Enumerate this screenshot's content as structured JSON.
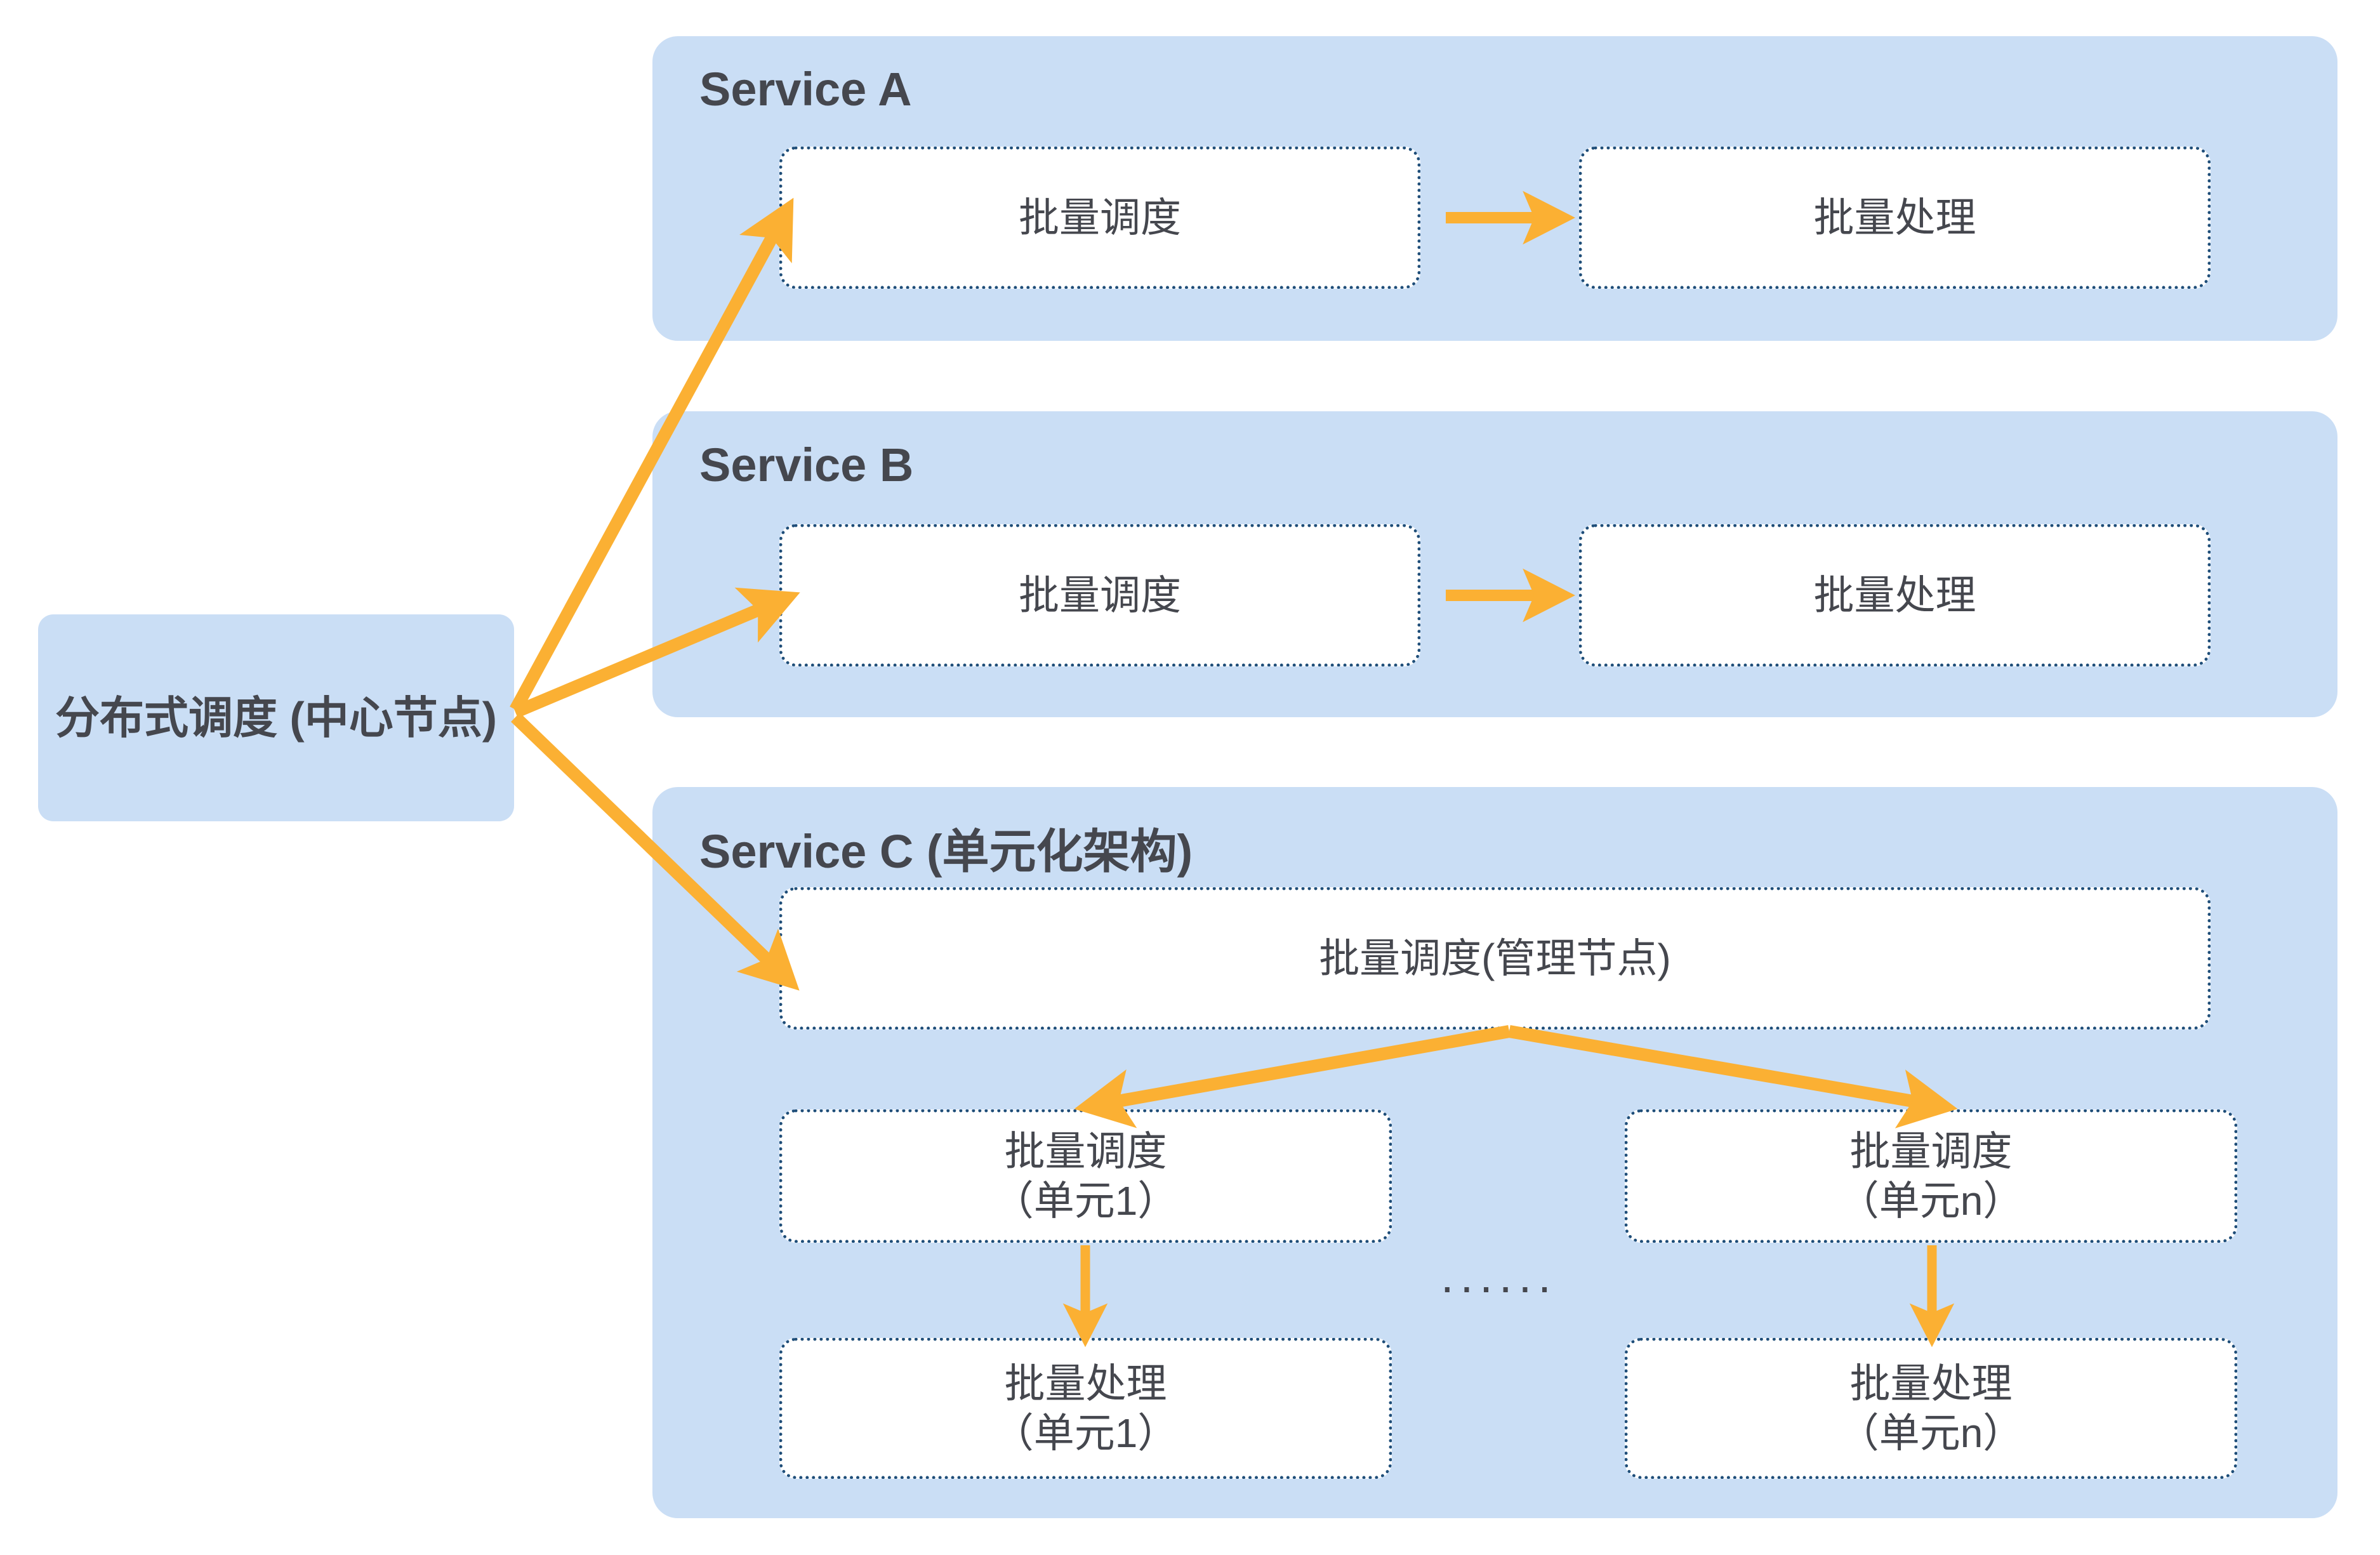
{
  "diagram": {
    "title_text_color": "#45474e",
    "panel_color": "#cadef5",
    "arrow_color": "#fbb033",
    "node_border_color": "#1f4e79",
    "center_node": {
      "line1": "分布式调度",
      "line2": "(中心节点)"
    },
    "panels": [
      {
        "id": "service-a",
        "title": "Service A",
        "nodes": [
          {
            "id": "a-schedule",
            "label": "批量调度"
          },
          {
            "id": "a-process",
            "label": "批量处理"
          }
        ]
      },
      {
        "id": "service-b",
        "title": "Service B",
        "nodes": [
          {
            "id": "b-schedule",
            "label": "批量调度"
          },
          {
            "id": "b-process",
            "label": "批量处理"
          }
        ]
      },
      {
        "id": "service-c",
        "title": "Service C (单元化架构)",
        "nodes": [
          {
            "id": "c-manager",
            "label": "批量调度(管理节点)"
          },
          {
            "id": "c-unit1-schedule",
            "line1": "批量调度",
            "line2": "（单元1）"
          },
          {
            "id": "c-unitn-schedule",
            "line1": "批量调度",
            "line2": "（单元n）"
          },
          {
            "id": "c-unit1-process",
            "line1": "批量处理",
            "line2": "（单元1）"
          },
          {
            "id": "c-unitn-process",
            "line1": "批量处理",
            "line2": "（单元n）"
          }
        ],
        "ellipsis": "······"
      }
    ]
  }
}
